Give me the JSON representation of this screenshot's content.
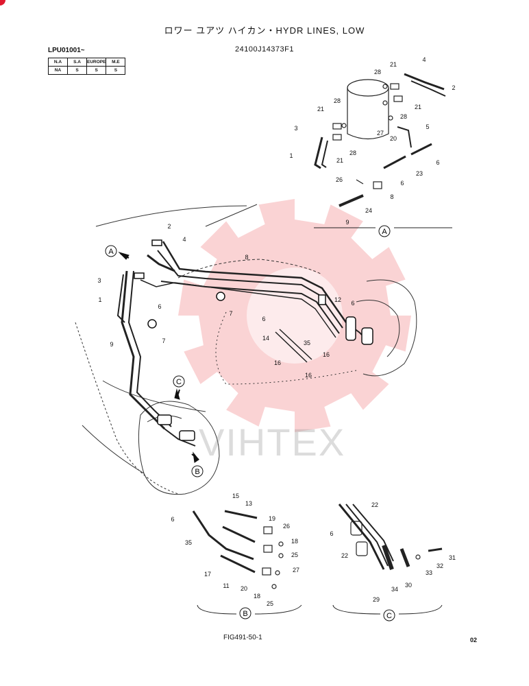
{
  "header": {
    "title": "ロワー ユアツ ハイカン・HYDR LINES, LOW",
    "part_number": "24100J14373F1",
    "serial_range": "LPU01001~"
  },
  "region_table": {
    "headers": [
      "N.A",
      "S.A",
      "EUROPE",
      "M.E"
    ],
    "values": [
      "NA",
      "S",
      "S",
      "S"
    ]
  },
  "footer": {
    "figure": "FIG491-50-1",
    "page": "02"
  },
  "watermark": {
    "text": "VIHTEX",
    "color": "#e8363c"
  },
  "views": {
    "a": {
      "letter": "A"
    },
    "b": {
      "letter": "B"
    },
    "c": {
      "letter": "C"
    }
  },
  "callouts": {
    "main": [
      "2",
      "4",
      "3",
      "1",
      "6",
      "7",
      "9",
      "7",
      "8",
      "6",
      "14",
      "12",
      "6",
      "16",
      "35",
      "16",
      "16"
    ],
    "detail_a": [
      "28",
      "21",
      "4",
      "2",
      "21",
      "28",
      "21",
      "3",
      "1",
      "21",
      "28",
      "28",
      "27",
      "5",
      "20",
      "6",
      "23",
      "26",
      "6",
      "8",
      "24",
      "9"
    ],
    "detail_b": [
      "6",
      "15",
      "13",
      "19",
      "26",
      "18",
      "25",
      "35",
      "27",
      "17",
      "11",
      "20",
      "18",
      "25"
    ],
    "detail_c": [
      "22",
      "6",
      "22",
      "31",
      "32",
      "33",
      "30",
      "34",
      "29"
    ]
  }
}
